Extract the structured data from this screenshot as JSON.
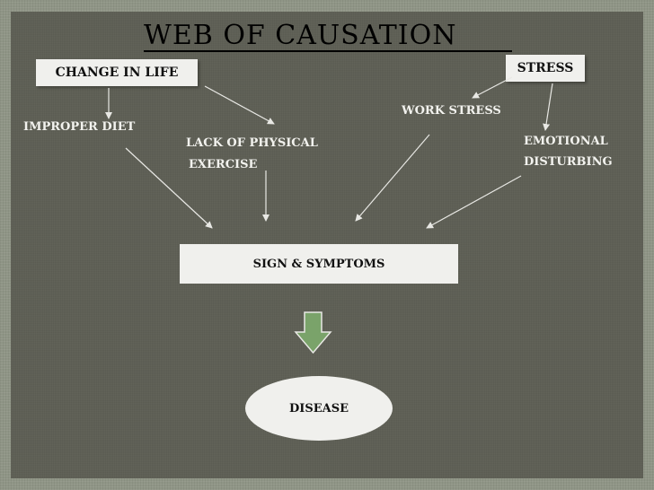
{
  "title": "WEB  OF  CAUSATION",
  "nodes": {
    "change_in_life": "CHANGE IN LIFE",
    "stress": "STRESS",
    "improper_diet": "IMPROPER DIET",
    "lack_of_exercise_line1": "LACK OF PHYSICAL",
    "lack_of_exercise_line2": "EXERCISE",
    "work_stress": "WORK STRESS",
    "emotional_line1": "EMOTIONAL",
    "emotional_line2": "DISTURBING",
    "sign_symptoms": "SIGN  &  SYMPTOMS",
    "disease": "DISEASE"
  },
  "colors": {
    "background": "#5e5f55",
    "border": "#8f9586",
    "box_fill": "#f0f0ed",
    "label_text": "#f2f2ee",
    "down_arrow": "#7aa36a"
  }
}
